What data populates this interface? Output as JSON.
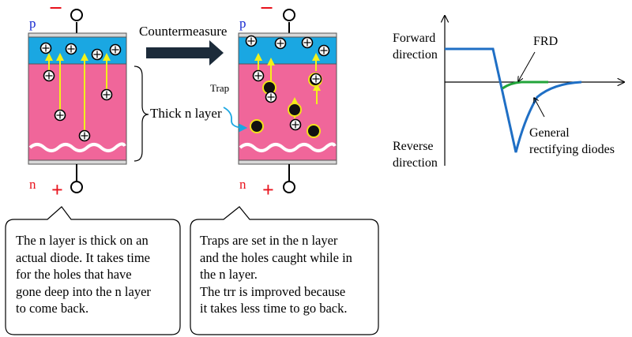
{
  "left_device": {
    "p_label": "p",
    "n_label": "n",
    "minus_sign": "−",
    "plus_sign": "+"
  },
  "right_device": {
    "p_label": "p",
    "n_label": "n",
    "minus_sign": "−",
    "plus_sign": "+",
    "trap_label": "Trap"
  },
  "countermeasure_label": "Countermeasure",
  "thick_n_layer_label": "Thick n layer",
  "graph": {
    "forward_label": [
      "Forward",
      "direction"
    ],
    "reverse_label": [
      "Reverse",
      "direction"
    ],
    "frd_label": "FRD",
    "general_label": [
      "General",
      "rectifying diodes"
    ],
    "series": [
      {
        "name": "FRD",
        "color": "#22a43a"
      },
      {
        "name": "General rectifying diodes",
        "color": "#1f6fc5"
      }
    ]
  },
  "bubbles": [
    {
      "lines": [
        "The n layer is thick on an",
        "actual diode. It takes time",
        "for the holes that have",
        "gone deep into the n layer",
        "to come back."
      ]
    },
    {
      "lines": [
        "Traps are set in the n layer",
        "and the holes caught while in",
        "the n layer.",
        "The trr is improved because",
        "it takes less time to go back."
      ]
    }
  ],
  "colors": {
    "p_layer": "#1aa7e2",
    "n_layer": "#f0669a",
    "arrow": "#f2f21a",
    "hole_outline": "#000000",
    "trap": "#111111",
    "trap_glow": "#f2e21a",
    "plus_minus": "#e8141e",
    "label_blue": "#1428d0",
    "label_red": "#e8141e",
    "countermeasure_arrow": "#1c2b3a"
  }
}
